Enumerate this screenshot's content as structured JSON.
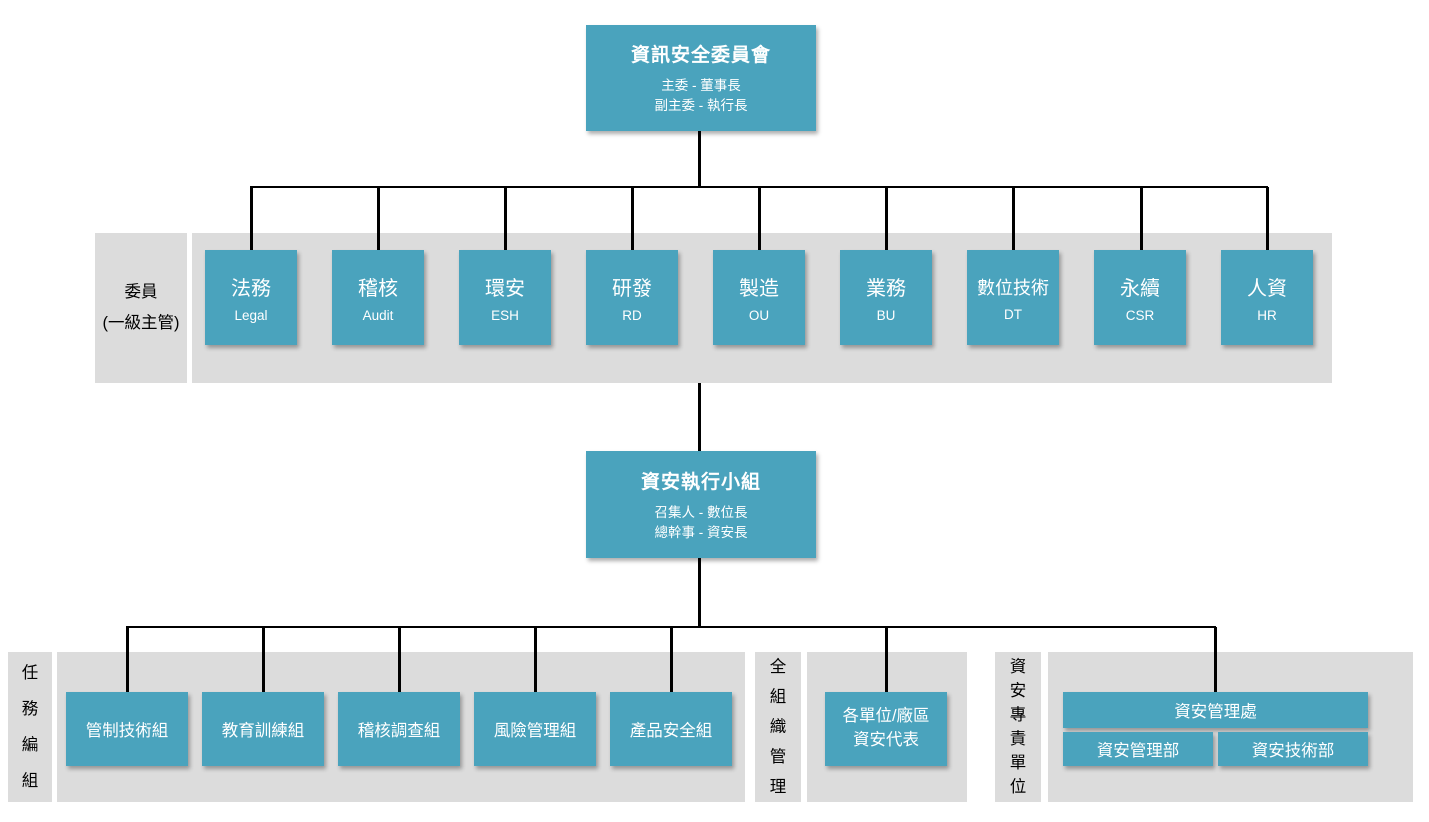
{
  "root_box": {
    "title": "資訊安全委員會",
    "subtitle1": "主委 - 董事長",
    "subtitle2": "副主委 - 執行長"
  },
  "committee": {
    "label_line1": "委員",
    "label_line2": "(一級主管)",
    "members": [
      {
        "name": "法務",
        "abbr": "Legal"
      },
      {
        "name": "稽核",
        "abbr": "Audit"
      },
      {
        "name": "環安",
        "abbr": "ESH"
      },
      {
        "name": "研發",
        "abbr": "RD"
      },
      {
        "name": "製造",
        "abbr": "OU"
      },
      {
        "name": "業務",
        "abbr": "BU"
      },
      {
        "name": "數位技術",
        "abbr": "DT"
      },
      {
        "name": "永續",
        "abbr": "CSR"
      },
      {
        "name": "人資",
        "abbr": "HR"
      }
    ]
  },
  "executive_box": {
    "title": "資安執行小組",
    "subtitle1": "召集人 - 數位長",
    "subtitle2": "總幹事 - 資安長"
  },
  "task_section": {
    "label": "任務編組",
    "teams": [
      "管制技術組",
      "教育訓練組",
      "稽核調查組",
      "風險管理組",
      "產品安全組"
    ]
  },
  "org_wide_section": {
    "label": "全組織管理",
    "rep_line1": "各單位/廠區",
    "rep_line2": "資安代表"
  },
  "dedicated_section": {
    "label": "資安專責單位",
    "division": "資安管理處",
    "departments": [
      "資安管理部",
      "資安技術部"
    ]
  },
  "colors": {
    "box_teal": "#4aa3bd",
    "band_gray": "#dcdcdc",
    "connector": "#000000",
    "text_on_teal": "#ffffff"
  }
}
